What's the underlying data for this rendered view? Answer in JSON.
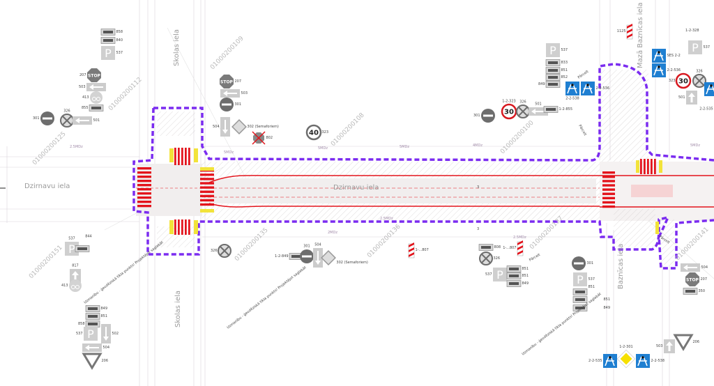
{
  "drawing": {
    "streets": [
      "Dzirnavu iela",
      "Dzirnavu iela",
      "Skolas iela",
      "Skolas iela",
      "Baznīcas iela",
      "Mazā Baznīcas iela"
    ],
    "parcels": [
      "01000200125",
      "01000200112",
      "01000200109",
      "01000200108",
      "01000200135",
      "01000200136",
      "01000200151",
      "01000200137",
      "01000200141",
      "01000200100"
    ],
    "zone_labels": [
      "2.5MDz",
      "5MDz",
      "5MDz",
      "2MDz",
      "2.5MDz",
      "4MDz",
      "5MDz",
      "5MDz",
      "2.5MDz"
    ],
    "notes": [
      "Pārcelt",
      "Pārcelt",
      "Pārcelt",
      "Pārcelt",
      "Uzmanību - ģeodēziskā tīkla punkts! Projektējot saglabāt",
      "Uzmanību - ģeodēziskā tīkla punkts! Projektējot saglabāt",
      "Uzmanību - ģeodēziskā tīkla punkts! Projektējot saglabāt"
    ],
    "section_marks": [
      "3",
      "3"
    ],
    "colors": {
      "project_boundary": "#7b2cf0",
      "marking": "#e3131b",
      "sign_gray": "#a8a8a8",
      "sign_blue": "#1f7fd1",
      "crosswalk_yellow": "#f2e33a"
    }
  },
  "signs": [
    {
      "type": "parking",
      "code": "537"
    },
    {
      "type": "plate",
      "code": "840"
    },
    {
      "type": "plate",
      "code": "858"
    },
    {
      "type": "stop",
      "code": "207"
    },
    {
      "type": "arrow-left",
      "code": "503"
    },
    {
      "type": "bicycle-circle",
      "code": "413"
    },
    {
      "type": "plate",
      "code": "855"
    },
    {
      "type": "no-entry",
      "code": "301"
    },
    {
      "type": "no-stopping",
      "code": "326"
    },
    {
      "type": "arrow-left",
      "code": "501"
    },
    {
      "type": "stop",
      "code": "207"
    },
    {
      "type": "arrow-left",
      "code": "503"
    },
    {
      "type": "no-entry",
      "code": "301"
    },
    {
      "type": "arrow-down",
      "code": "504"
    },
    {
      "type": "diamond",
      "code": "302 (Semaforiem)"
    },
    {
      "type": "crossed-stop",
      "code": "802"
    },
    {
      "type": "speed",
      "code": "323",
      "value": "40"
    },
    {
      "type": "parking",
      "code": "537"
    },
    {
      "type": "plate",
      "code": "844"
    },
    {
      "type": "arrow-up",
      "code": "817"
    },
    {
      "type": "bicycle-circle",
      "code": "413"
    },
    {
      "type": "plate",
      "code": "849"
    },
    {
      "type": "plate",
      "code": "851"
    },
    {
      "type": "plate",
      "code": "858"
    },
    {
      "type": "parking",
      "code": "537"
    },
    {
      "type": "arrow-down",
      "code": "502"
    },
    {
      "type": "arrow-left",
      "code": "504"
    },
    {
      "type": "yield",
      "code": "206"
    },
    {
      "type": "no-stopping",
      "code": "326"
    },
    {
      "type": "plate",
      "code": "1-2-849"
    },
    {
      "type": "no-entry",
      "code": "301"
    },
    {
      "type": "arrow-down",
      "code": "504"
    },
    {
      "type": "diamond",
      "code": "302 (Semaforiem)"
    },
    {
      "type": "hazard",
      "code": "1-...807"
    },
    {
      "type": "no-entry",
      "code": "301"
    },
    {
      "type": "speed",
      "code": "1-2-323",
      "value": "30"
    },
    {
      "type": "no-stopping",
      "code": "326"
    },
    {
      "type": "arrow-left",
      "code": "501"
    },
    {
      "type": "plate",
      "code": "1-2-855"
    },
    {
      "type": "parking",
      "code": "537"
    },
    {
      "type": "plate",
      "code": "833"
    },
    {
      "type": "plate",
      "code": "851"
    },
    {
      "type": "plate",
      "code": "852"
    },
    {
      "type": "plate",
      "code": "849"
    },
    {
      "type": "pedestrian-blue",
      "code": "2-2-538"
    },
    {
      "type": "pedestrian-blue",
      "code": "2-2-536"
    },
    {
      "type": "hazard",
      "code": "1125"
    },
    {
      "type": "pedestrian-blue",
      "code": "SES 2-2"
    },
    {
      "type": "pedestrian-blue",
      "code": "2-2-536"
    },
    {
      "type": "no-parking-blue",
      "code": "1-2-328"
    },
    {
      "type": "parking",
      "code": "537"
    },
    {
      "type": "speed",
      "code": "323",
      "value": "30"
    },
    {
      "type": "no-stopping",
      "code": "326"
    },
    {
      "type": "arrow-up",
      "code": "501"
    },
    {
      "type": "pedestrian-blue",
      "code": "2-2-535"
    },
    {
      "type": "plate",
      "code": "808"
    },
    {
      "type": "no-stopping",
      "code": "326"
    },
    {
      "type": "hazard",
      "code": "1-...807"
    },
    {
      "type": "parking",
      "code": "537"
    },
    {
      "type": "plate",
      "code": "851"
    },
    {
      "type": "plate",
      "code": "851"
    },
    {
      "type": "plate",
      "code": "849"
    },
    {
      "type": "no-entry",
      "code": "301"
    },
    {
      "type": "parking",
      "code": "537"
    },
    {
      "type": "plate",
      "code": "851"
    },
    {
      "type": "plate",
      "code": "851"
    },
    {
      "type": "plate",
      "code": "849"
    },
    {
      "type": "arrow-left",
      "code": "504"
    },
    {
      "type": "stop",
      "code": "207"
    },
    {
      "type": "plate",
      "code": "350"
    },
    {
      "type": "arrow-up",
      "code": "503"
    },
    {
      "type": "yield",
      "code": "206"
    },
    {
      "type": "pedestrian-blue",
      "code": "2-2-535"
    },
    {
      "type": "diamond-yellow",
      "code": "1-2-301"
    },
    {
      "type": "pedestrian-blue",
      "code": "2-2-538"
    }
  ]
}
